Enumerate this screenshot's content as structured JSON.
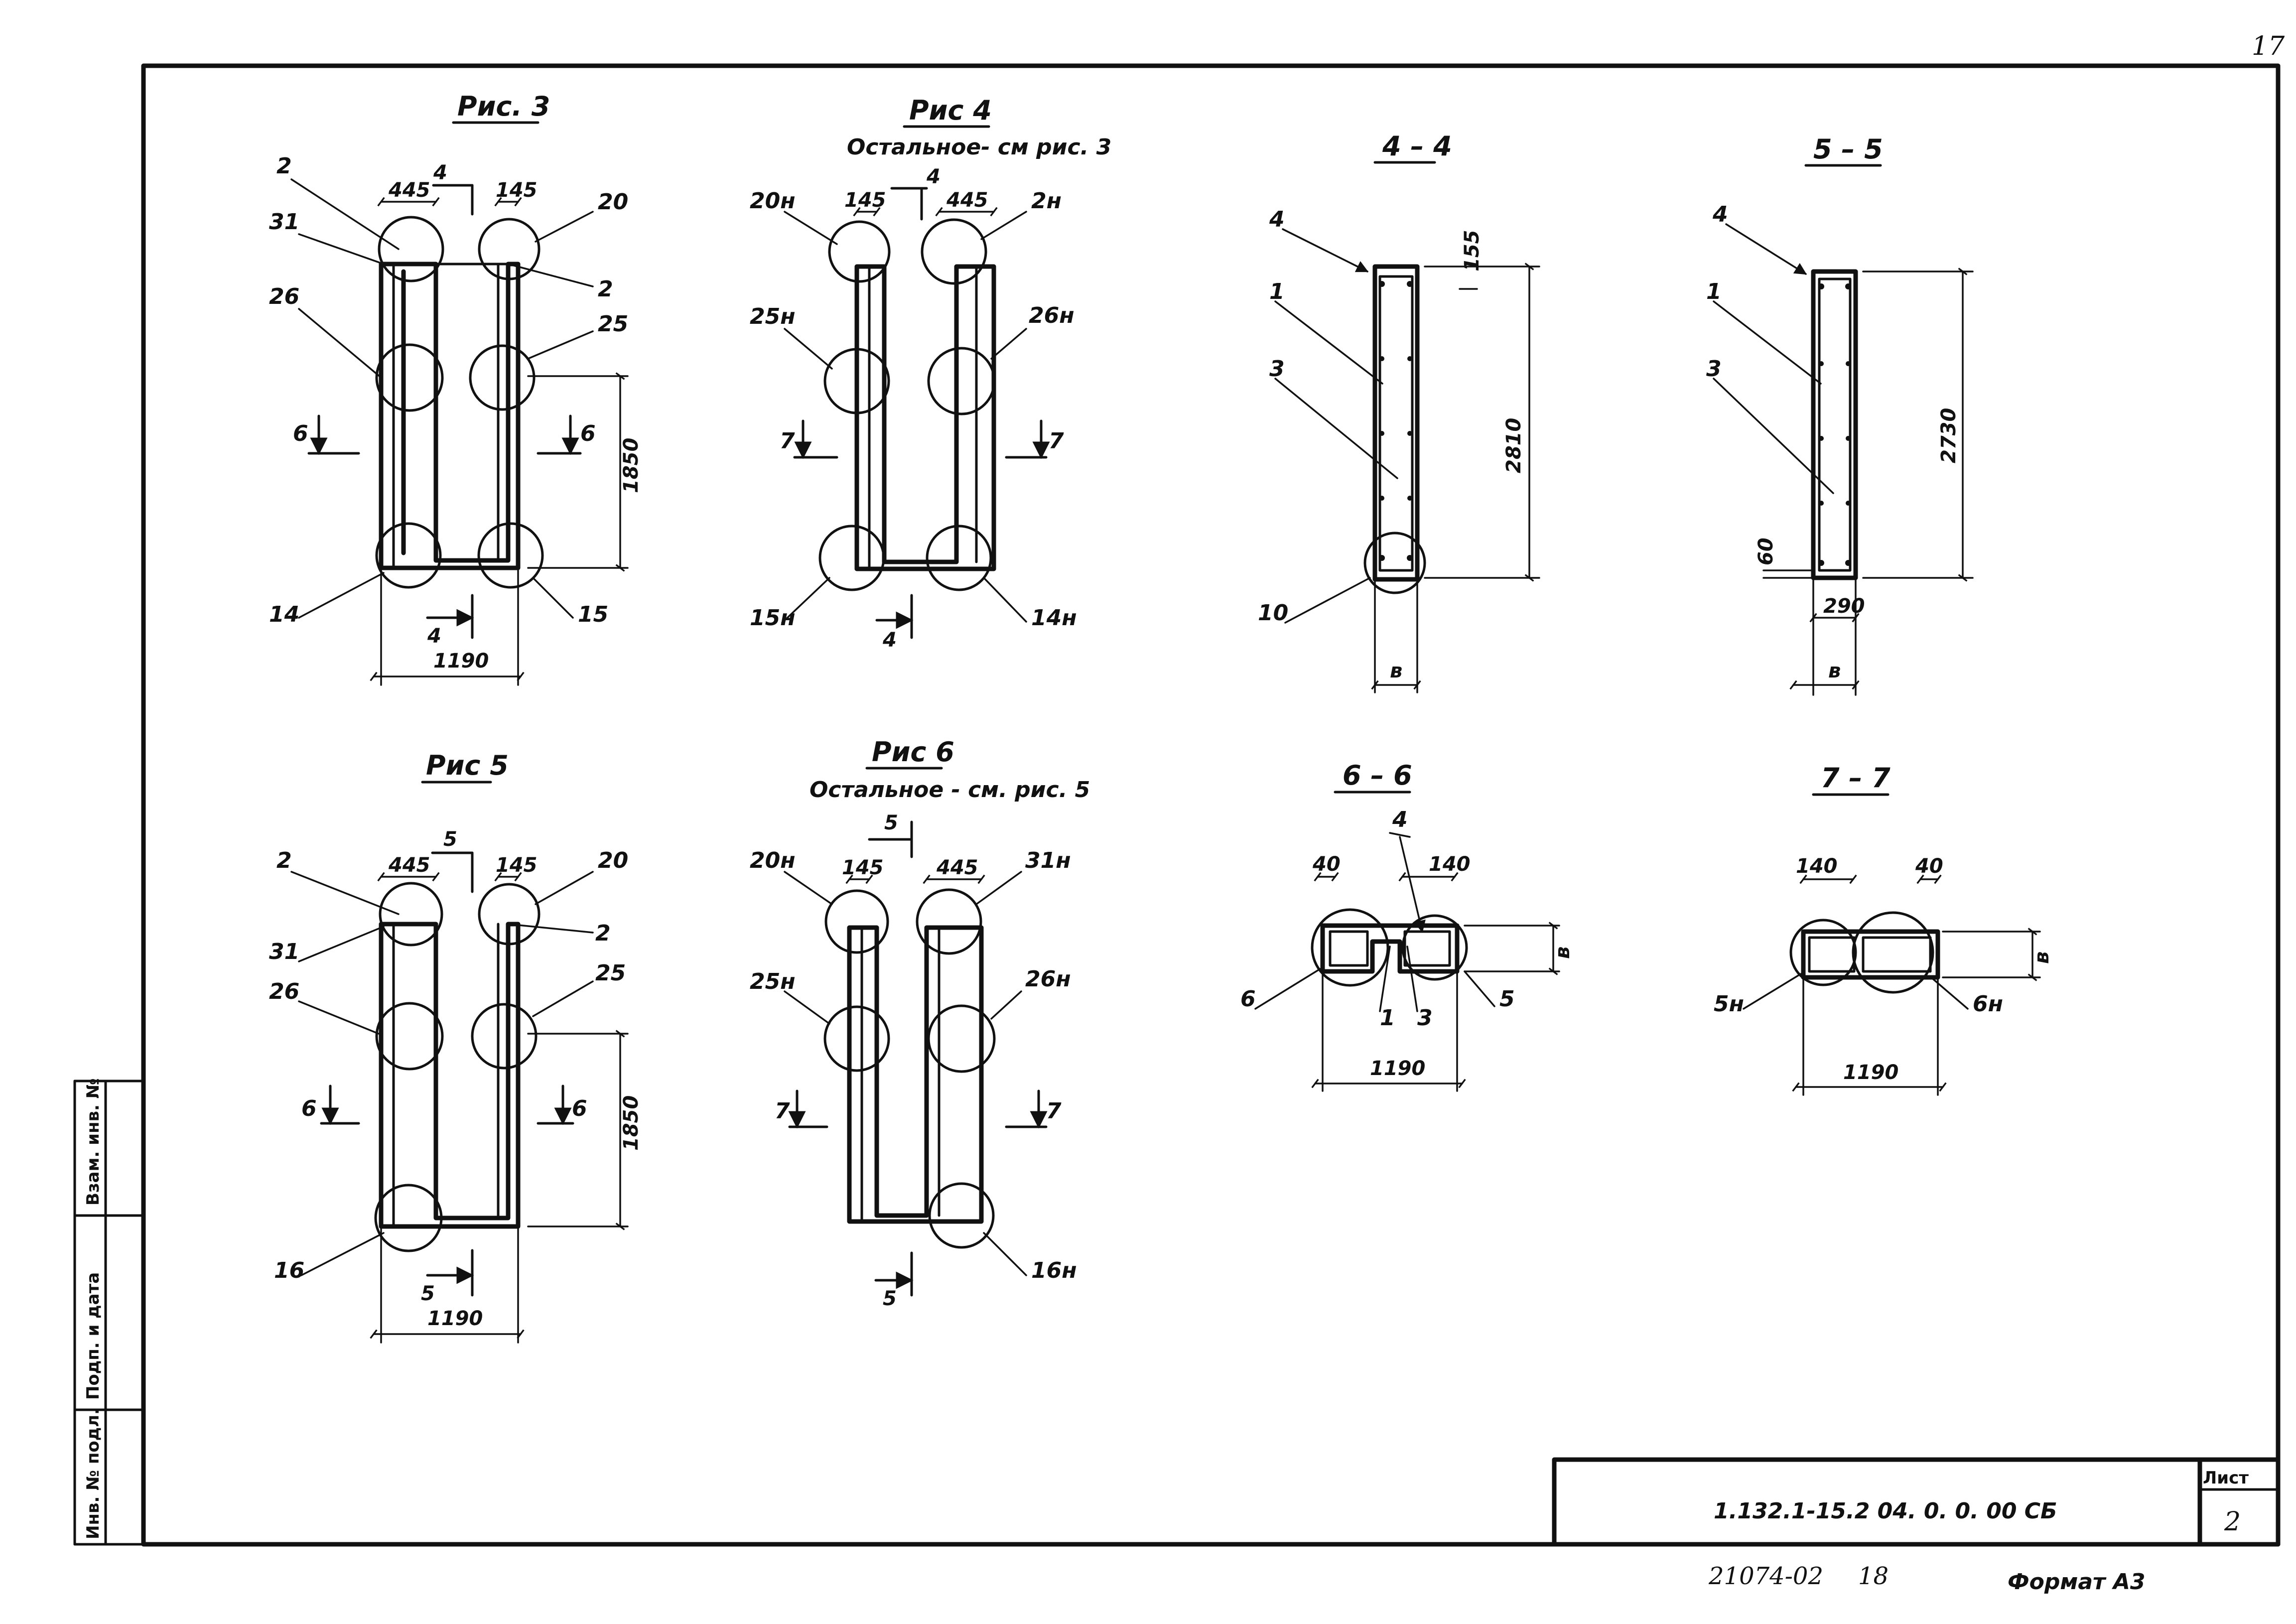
{
  "page": {
    "number": "17"
  },
  "figures": {
    "fig3": {
      "title": "Рис. 3",
      "dims": [
        "445",
        "4",
        "145",
        "1850",
        "1190",
        "4"
      ],
      "callouts": [
        "2",
        "31",
        "26",
        "20",
        "2",
        "25",
        "14",
        "15"
      ],
      "sections": [
        "6",
        "6"
      ]
    },
    "fig4": {
      "title": "Рис 4",
      "subtitle": "Остальное- см рис. 3",
      "dims": [
        "145",
        "4",
        "445",
        "4"
      ],
      "callouts": [
        "20н",
        "25н",
        "15н",
        "2н",
        "26н",
        "14н"
      ],
      "sections": [
        "7",
        "7"
      ]
    },
    "fig5": {
      "title": "Рис 5",
      "dims": [
        "445",
        "5",
        "145",
        "1850",
        "1190",
        "5"
      ],
      "callouts": [
        "2",
        "31",
        "26",
        "20",
        "2",
        "25",
        "16"
      ],
      "sections": [
        "6",
        "6"
      ]
    },
    "fig6": {
      "title": "Рис 6",
      "subtitle": "Остальное - см. рис. 5",
      "dims": [
        "5",
        "145",
        "445",
        "5"
      ],
      "callouts": [
        "20н",
        "25н",
        "31н",
        "26н",
        "16н"
      ],
      "sections": [
        "7",
        "7"
      ]
    }
  },
  "sections": {
    "s44": {
      "title": "4 – 4",
      "dims": [
        "155",
        "2810",
        "в"
      ],
      "callouts": [
        "4",
        "1",
        "3",
        "10"
      ]
    },
    "s55": {
      "title": "5 – 5",
      "dims": [
        "2730",
        "60",
        "290",
        "в"
      ],
      "callouts": [
        "4",
        "1",
        "3"
      ]
    },
    "s66": {
      "title": "6 – 6",
      "dims": [
        "40",
        "140",
        "в",
        "1190"
      ],
      "callouts": [
        "4",
        "6",
        "1",
        "3",
        "5"
      ]
    },
    "s77": {
      "title": "7 – 7",
      "dims": [
        "140",
        "40",
        "в",
        "1190"
      ],
      "callouts": [
        "5н",
        "6н"
      ]
    }
  },
  "side_stamp": [
    "Инв. № подл.",
    "Подп. и дата",
    "Взам. инв. №"
  ],
  "title_block": {
    "designation": "1.132.1-15.2   04. 0. 0. 00 СБ",
    "sheet_label": "Лист",
    "sheet_number": "2"
  },
  "footer": {
    "archive_no": "21074-02",
    "page_no": "18",
    "format": "Формат А3"
  }
}
